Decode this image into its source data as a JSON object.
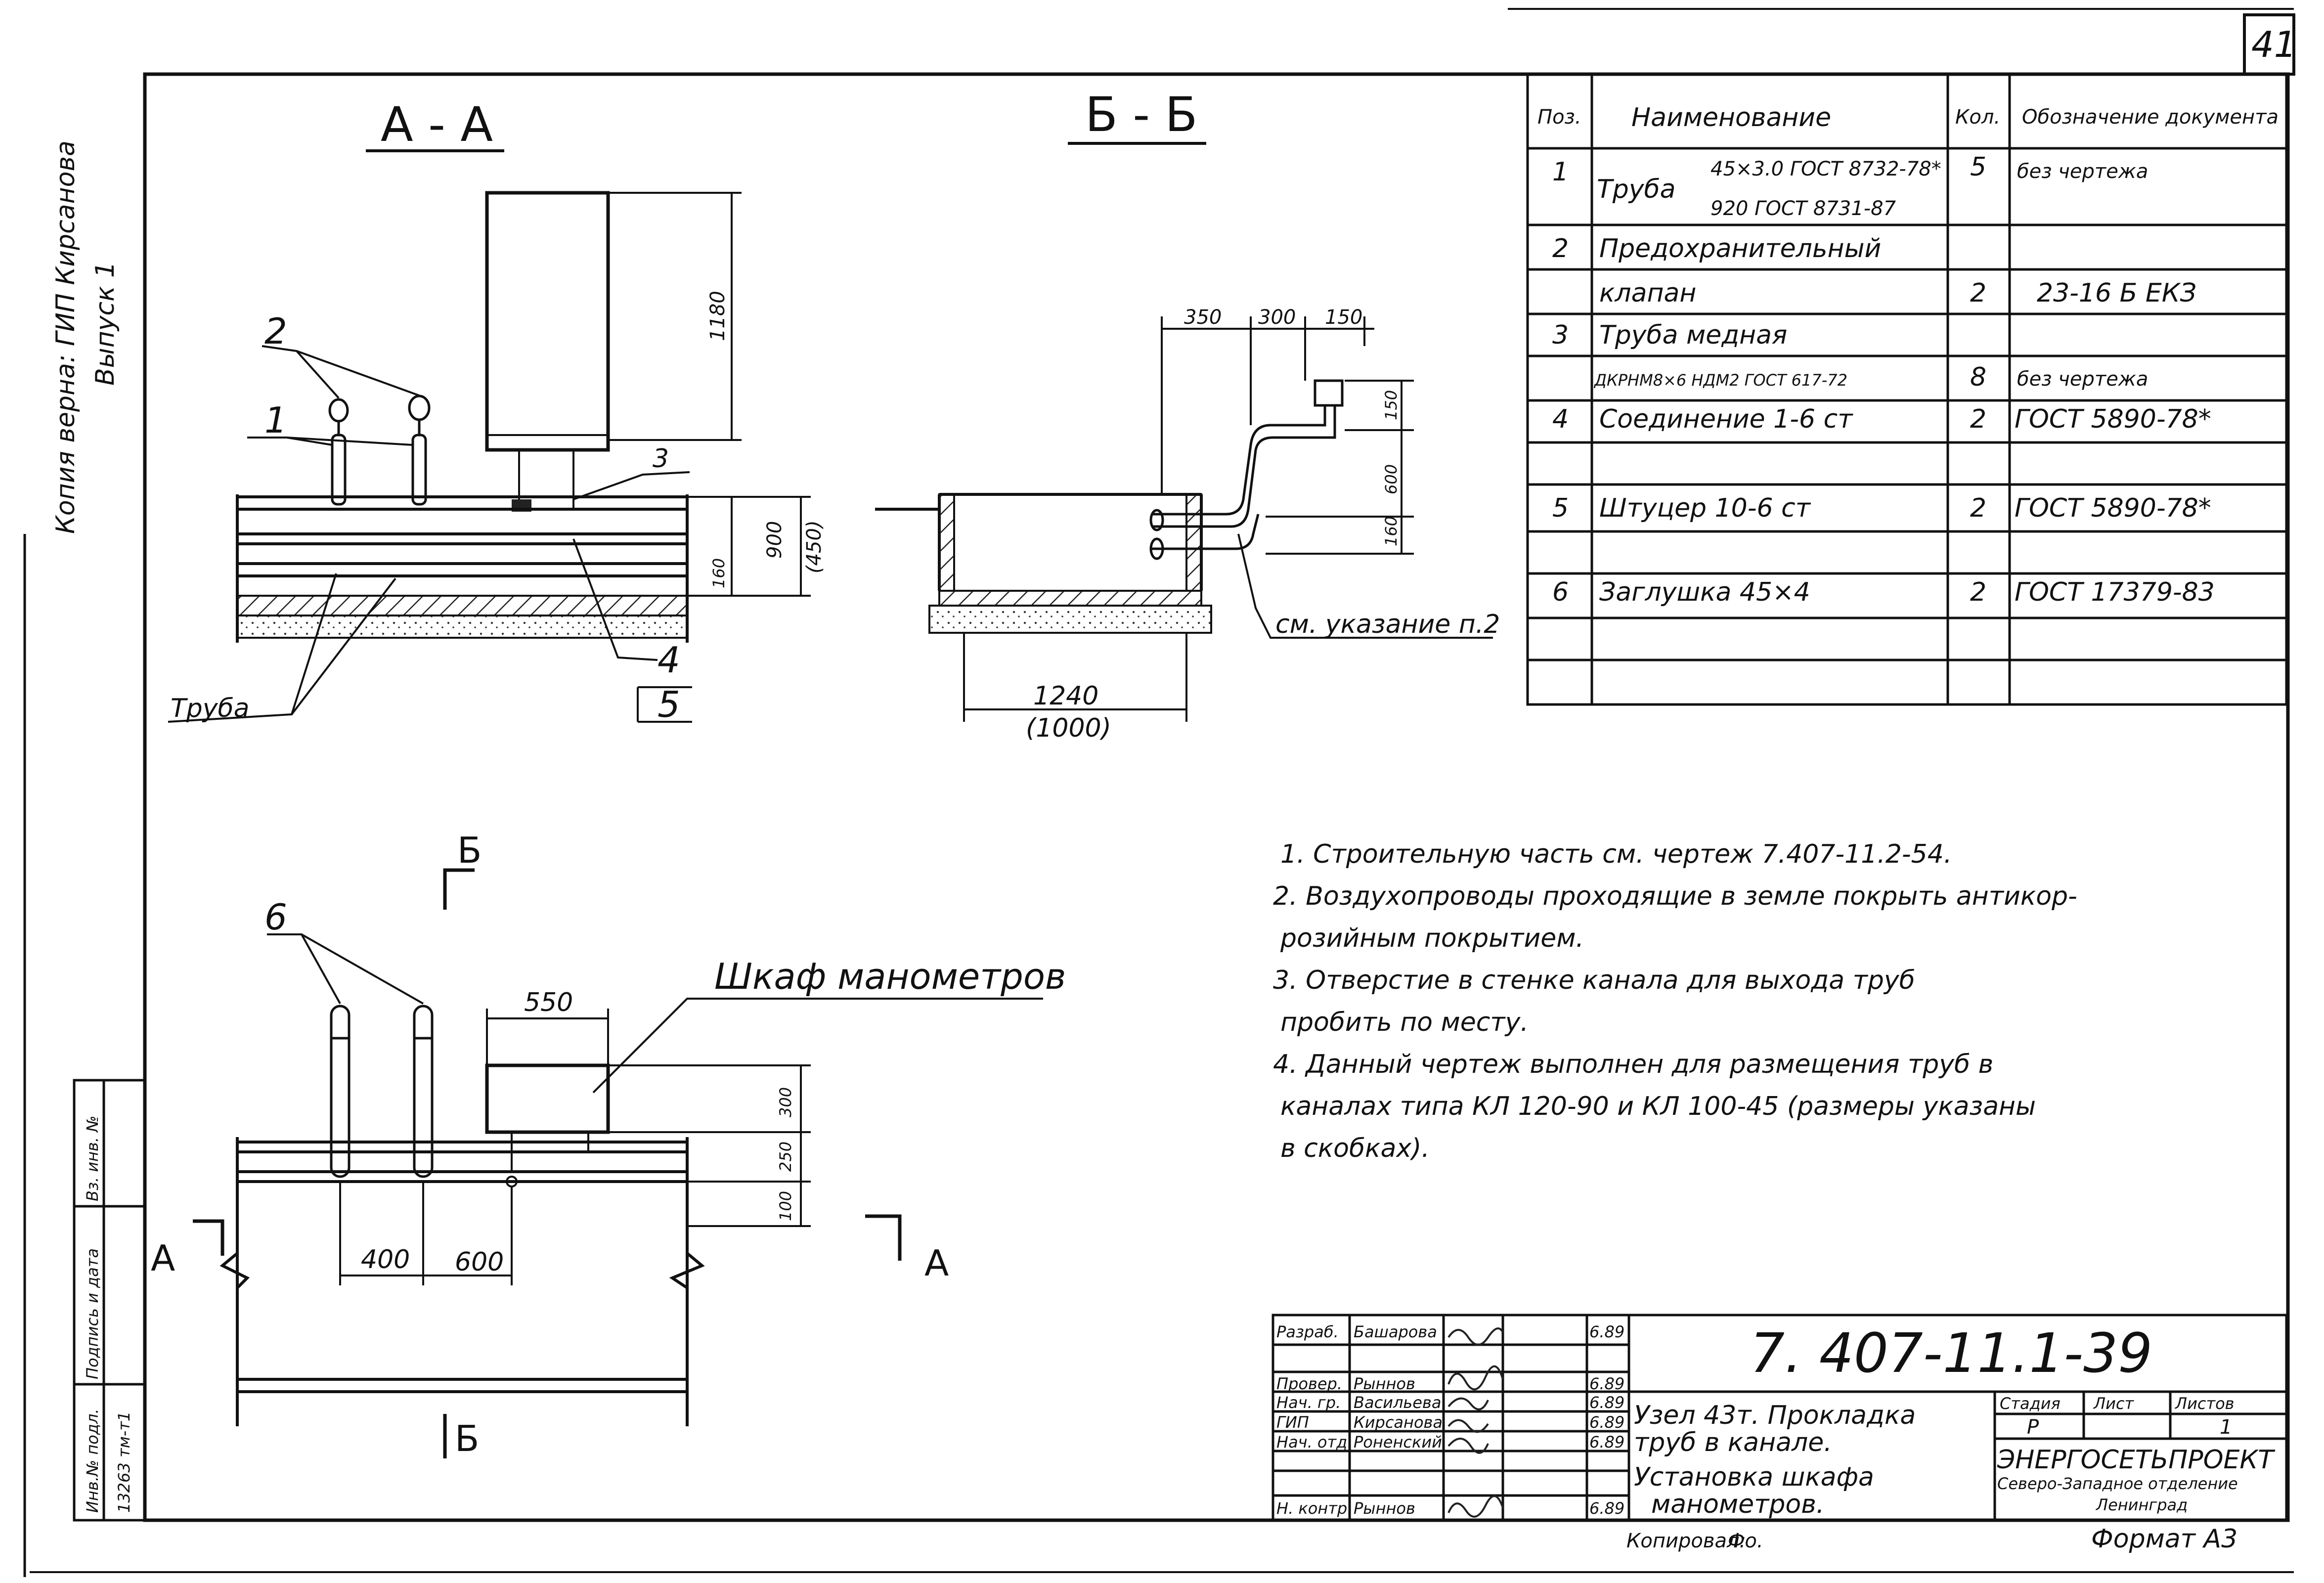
{
  "sheet": {
    "number": "41",
    "copied_label": "Копировал:",
    "copied_sign": "Фо.",
    "format": "Формат А3"
  },
  "margin_stamp": {
    "vertical_top": "Копия верна: ГИП Кирсанова",
    "vertical_top2": "Выпуск 1",
    "cells": [
      "Инв.№ подл.",
      "Подпись и дата",
      "Вз. инв. №"
    ],
    "inv_number": "13263 тм-т1"
  },
  "views": {
    "aa": {
      "title": "А - А",
      "dim_height": "1180",
      "dim_ch1": "900",
      "dim_ch2": "(450)",
      "dim_small": "160",
      "pos_labels": [
        "2",
        "1",
        "3",
        "4",
        "5"
      ],
      "pipe_label": "Труба"
    },
    "bb": {
      "title": "Б - Б",
      "dims_top": [
        "350",
        "300",
        "150"
      ],
      "dims_right": [
        "150",
        "600",
        "160"
      ],
      "dim_width": "1240",
      "dim_width2": "(1000)",
      "note_ref": "см. указание п.2"
    },
    "plan": {
      "cut_b": "Б",
      "cut_a": "А",
      "pos_label": "6",
      "cabinet_label": "Шкаф манометров",
      "dim_cab_w": "550",
      "dims_right": [
        "300",
        "250",
        "100"
      ],
      "dim_left": "400",
      "dim_right": "600"
    }
  },
  "spec": {
    "headers": [
      "Поз.",
      "Наименование",
      "Кол.",
      "Обозначение документа"
    ],
    "rows": [
      {
        "pos": "1",
        "name": "Труба",
        "name_l1": "45×3.0 ГОСТ 8732-78*",
        "name_l2": "920 ГОСТ 8731-87",
        "qty": "5",
        "doc": "без чертежа"
      },
      {
        "pos": "2",
        "name": "Предохранительный",
        "name_l2": "клапан",
        "qty": "2",
        "doc": "23-16 Б ЕКЗ"
      },
      {
        "pos": "3",
        "name": "Труба медная",
        "name_l2": "ДКРНМ8×6 НДМ2 ГОСТ 617-72",
        "qty": "8",
        "doc": "без чертежа"
      },
      {
        "pos": "4",
        "name": "Соединение 1-6 ст",
        "qty": "2",
        "doc": "ГОСТ 5890-78*"
      },
      {
        "pos": "5",
        "name": "Штуцер 10-6 ст",
        "qty": "2",
        "doc": "ГОСТ 5890-78*"
      },
      {
        "pos": "6",
        "name": "Заглушка 45×4",
        "qty": "2",
        "doc": "ГОСТ 17379-83"
      }
    ]
  },
  "notes": [
    "1. Строительную часть см. чертеж 7.407-11.2-54.",
    "2. Воздухопроводы проходящие в земле покрыть антикор-",
    "розийным покрытием.",
    "3. Отверстие в стенке канала для выхода труб",
    "пробить по месту.",
    "4. Данный чертеж выполнен для размещения труб в",
    "каналах типа КЛ 120-90 и КЛ 100-45 (размеры указаны",
    "в скобках)."
  ],
  "title_block": {
    "code": "7. 407-11.1-39",
    "title_lines": [
      "Узел 43т. Прокладка",
      "труб в канале.",
      "Установка шкафа",
      "манометров."
    ],
    "people": [
      {
        "role": "Разраб.",
        "name": "Башарова",
        "date": "6.89"
      },
      {
        "role": "Провер.",
        "name": "Рыннов",
        "date": "6.89"
      },
      {
        "role": "Нач. гр.",
        "name": "Васильева",
        "date": "6.89"
      },
      {
        "role": "ГИП",
        "name": "Кирсанова",
        "date": "6.89"
      },
      {
        "role": "Нач. отд.",
        "name": "Роненский",
        "date": "6.89"
      },
      {
        "role": "",
        "name": "",
        "date": ""
      },
      {
        "role": "Н. контр.",
        "name": "Рыннов",
        "date": "6.89"
      }
    ],
    "stage_header": [
      "Стадия",
      "Лист",
      "Листов"
    ],
    "stage": "Р",
    "sheet_no": "",
    "sheets_total": "1",
    "org": "ЭНЕРГОСЕТЬПРОЕКТ",
    "org_sub": "Северо-Западное отделение",
    "org_city": "Ленинград"
  }
}
